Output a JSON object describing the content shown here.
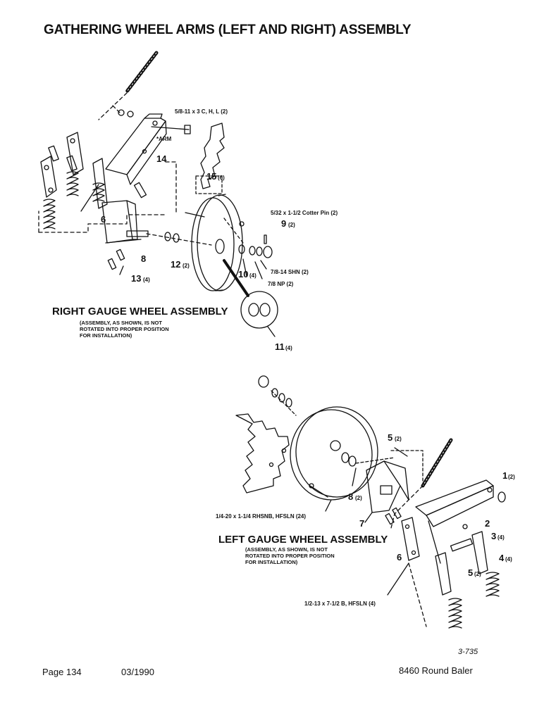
{
  "title": "GATHERING WHEEL ARMS (LEFT AND RIGHT) ASSEMBLY",
  "right_assembly": {
    "title": "RIGHT GAUGE WHEEL ASSEMBLY",
    "note": [
      "(ASSEMBLY, AS SHOWN, IS NOT",
      "ROTATED INTO PROPER POSITION",
      "FOR INSTALLATION)"
    ],
    "callouts": {
      "bolt": "5/8-11 x 3 C, H, L (2)",
      "arm": "*ARM",
      "cotter": "5/32  x 1-1/2 Cotter Pin (2)",
      "shn": "7/8-14 SHN (2)",
      "np": "7/8 NP (2)"
    },
    "parts": [
      {
        "n": "14",
        "q": ""
      },
      {
        "n": "15",
        "q": "(6)"
      },
      {
        "n": "6",
        "q": ""
      },
      {
        "n": "8",
        "q": ""
      },
      {
        "n": "12",
        "q": "(2)"
      },
      {
        "n": "13",
        "q": "(4)"
      },
      {
        "n": "9",
        "q": "(2)"
      },
      {
        "n": "10",
        "q": "(4)"
      },
      {
        "n": "11",
        "q": "(4)"
      }
    ]
  },
  "left_assembly": {
    "title": "LEFT GAUGE WHEEL ASSEMBLY",
    "note": [
      "(ASSEMBLY, AS SHOWN, IS NOT",
      "ROTATED INTO PROPER POSITION",
      "FOR INSTALLATION)"
    ],
    "callouts": {
      "rhsnb": "1/4-20 x 1-1/4 RHSNB, HFSLN (24)",
      "bolt": "1/2-13 x 7-1/2 B, HFSLN (4)"
    },
    "parts": [
      {
        "n": "5",
        "q": "(2)"
      },
      {
        "n": "1",
        "q": "(2)"
      },
      {
        "n": "8",
        "q": "(2)"
      },
      {
        "n": "7",
        "q": ""
      },
      {
        "n": "2",
        "q": ""
      },
      {
        "n": "3",
        "q": "(4)"
      },
      {
        "n": "4",
        "q": "(4)"
      },
      {
        "n": "6",
        "q": ""
      },
      {
        "n": "5",
        "q": "(2)"
      }
    ]
  },
  "footer": {
    "page": "Page 134",
    "date": "03/1990",
    "code": "3-735",
    "model": "8460 Round Baler"
  }
}
